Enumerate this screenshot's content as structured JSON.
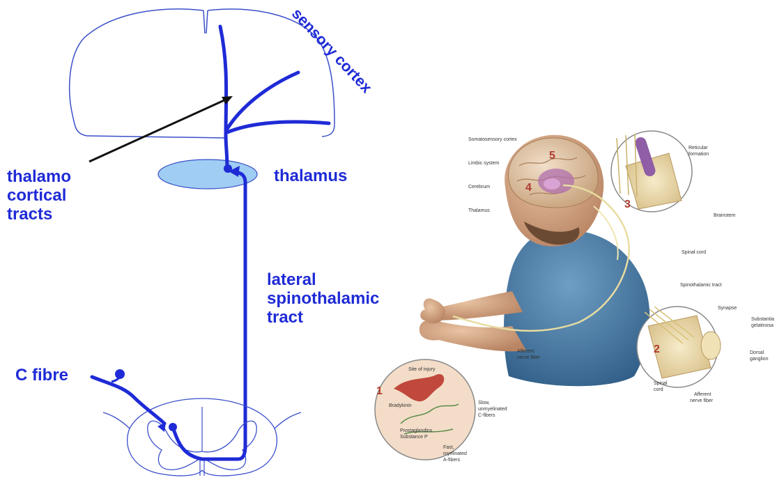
{
  "pathway_diagram": {
    "labels": {
      "sensory_cortex": "sensory cortex",
      "thalamus": "thalamus",
      "thalamocortical": [
        "thalamo",
        "cortical",
        "tracts"
      ],
      "lateral_spinothalamic": [
        "lateral",
        "spinothalamic",
        "tract"
      ],
      "c_fibre": "C fibre"
    },
    "colors": {
      "pathway": "#1f2bd6",
      "outline": "#3a4fc9",
      "thalamus_fill": "#9fcdf3",
      "arrow": "#111111"
    }
  },
  "illustration": {
    "labels": {
      "somatosensory_cortex": "Somatosensory cortex",
      "limbic_system": "Limbic system",
      "cerebrum": "Cerebrum",
      "thalamus": "Thalamus",
      "reticular_formation": [
        "Reticular",
        "formation"
      ],
      "brainstem": "Brainstem",
      "spinal_cord": "Spinal cord",
      "spinothalamic_tract": "Spinothalamic tract",
      "synapse": "Synapse",
      "substantia_gelatinosa": [
        "Substantia",
        "gelatinosa"
      ],
      "dorsal_ganglion": [
        "Dorsal",
        "ganglion"
      ],
      "spinal_cord_inset": [
        "Spinal",
        "cord"
      ],
      "afferent_nerve_fiber": [
        "Afferent",
        "nerve fiber"
      ],
      "afferent_nerve_fiber_inset": [
        "Afferent",
        "nerve fiber"
      ],
      "site_of_injury": "Site of injury",
      "bradykinin": "Bradykinin",
      "prostaglandins": [
        "Prostaglandins",
        "Substance P"
      ],
      "slow_c_fibers": [
        "Slow,",
        "unmyelinated",
        "C-fibers"
      ],
      "fast_a_fibers": [
        "Fast,",
        "myelinated",
        "A-fibers"
      ]
    },
    "step_numbers": [
      "1",
      "2",
      "3",
      "4",
      "5"
    ]
  }
}
